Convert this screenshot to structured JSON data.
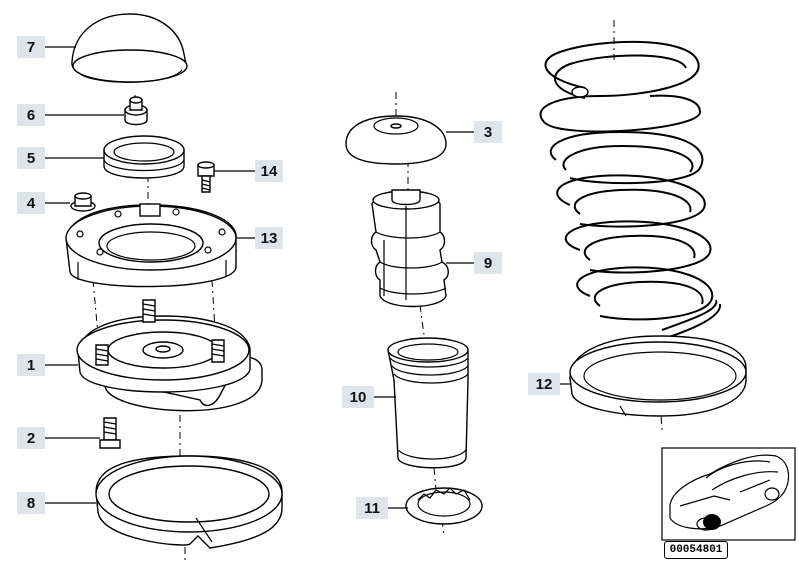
{
  "callouts": {
    "c1": "1",
    "c2": "2",
    "c3": "3",
    "c4": "4",
    "c5": "5",
    "c6": "6",
    "c7": "7",
    "c8": "8",
    "c9": "9",
    "c10": "10",
    "c11": "11",
    "c12": "12",
    "c13": "13",
    "c14": "14"
  },
  "reference": {
    "code": "00054801"
  },
  "colors": {
    "callout_bg": "#dfe3ea",
    "line": "#000000",
    "background": "#ffffff"
  }
}
